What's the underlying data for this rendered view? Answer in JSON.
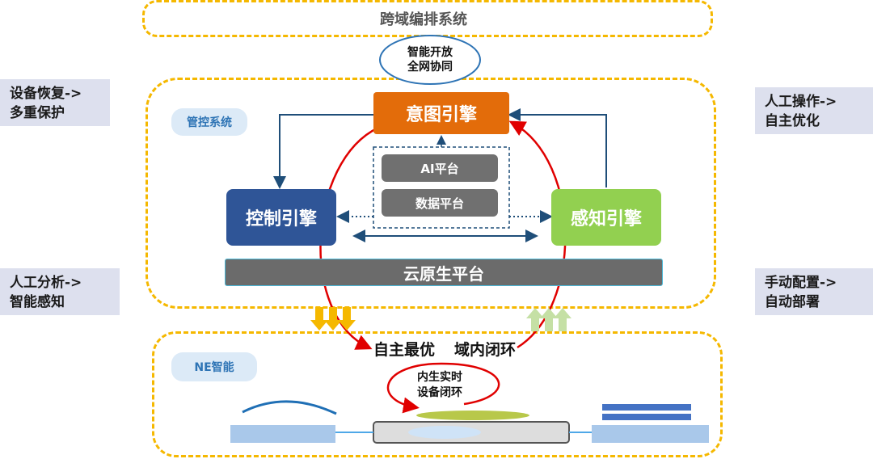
{
  "top_title": "跨域编排系统",
  "open_bubble": [
    "智能开放",
    "全网协同"
  ],
  "side_labels": {
    "left_top": [
      "设备恢复->",
      "多重保护"
    ],
    "left_bottom": [
      "人工分析->",
      "智能感知"
    ],
    "right_top": [
      "人工操作->",
      "自主优化"
    ],
    "right_bottom": [
      "手动配置->",
      "自动部署"
    ]
  },
  "mgmt_tag": "管控系统",
  "intent_engine": "意图引擎",
  "control_engine": "控制引擎",
  "perception_engine": "感知引擎",
  "ai_platform": "AI平台",
  "data_platform": "数据平台",
  "cloud_platform": "云原生平台",
  "loop_left": "自主最优",
  "loop_right": "域内闭环",
  "ne_tag": "NE智能",
  "inner_loop": [
    "内生实时",
    "设备闭环"
  ],
  "colors": {
    "dash": "#f5b800",
    "intent": "#e36c0a",
    "control": "#2f5597",
    "perception": "#92d050",
    "platform": "#707070",
    "loop": "#e00000"
  }
}
